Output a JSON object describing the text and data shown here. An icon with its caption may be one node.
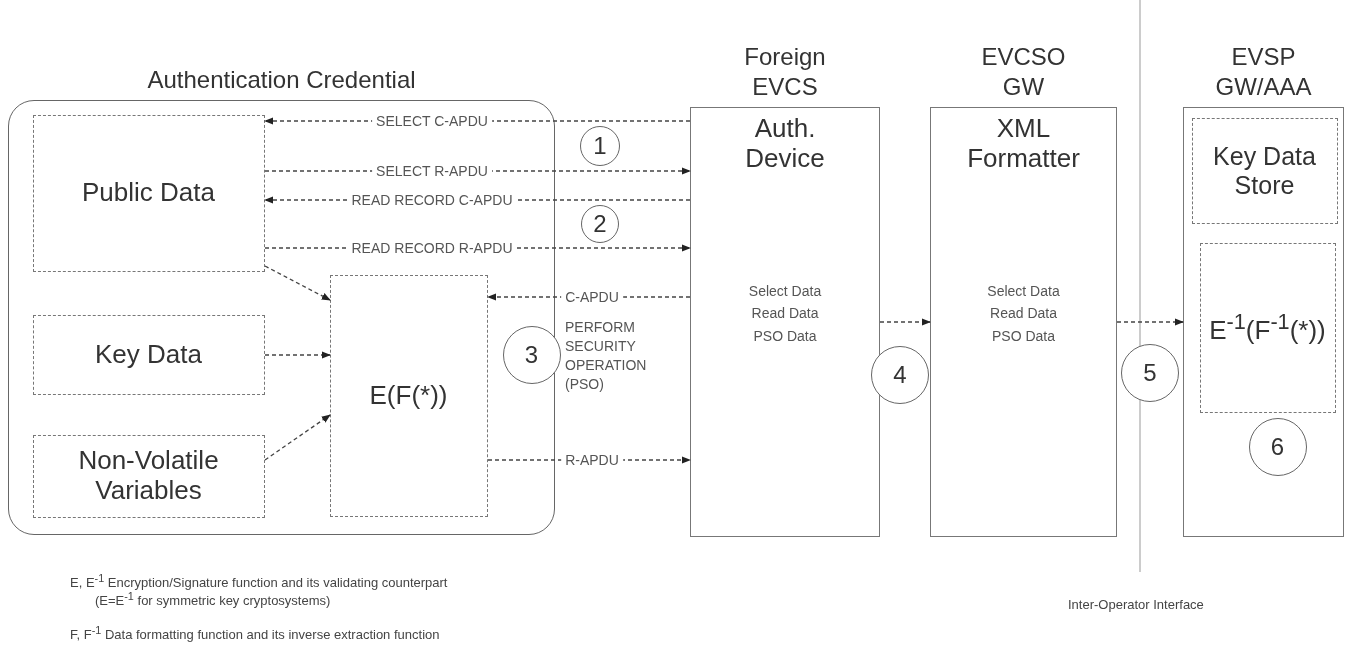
{
  "diagram": {
    "nodes": [
      {
        "text": [
          "Authentication Credential"
        ]
      },
      {
        "text": [
          "Public Data"
        ],
        "in": 0
      },
      {
        "text": [
          "Key Data"
        ],
        "in": 0
      },
      {
        "text": [
          "Non-Volatile Variables"
        ],
        "in": 0
      },
      {
        "text": [
          "E(F(*))"
        ],
        "in": 0
      },
      {
        "text": [
          "Foreign EVCS",
          "Auth. Device",
          "Select Data Read Data PSO Data"
        ]
      },
      {
        "text": [
          "EVCSO GW",
          "XML Formatter",
          "Select Data Read Data PSO Data"
        ]
      },
      {
        "text": [
          "EVSP GW/AAA"
        ]
      },
      {
        "text": [
          "Key Data Store"
        ],
        "in": 7
      },
      {
        "text": [
          "E$^{-1}$(F$^{-1}$(*))"
        ],
        "in": 7
      },
      {
        "text": [
          "1"
        ]
      },
      {
        "text": [
          "2"
        ]
      },
      {
        "text": [
          "3"
        ],
        "in": 0
      },
      {
        "text": [
          "4"
        ]
      },
      {
        "text": [
          "5"
        ]
      },
      {
        "text": [
          "6"
        ],
        "in": 7
      }
    ],
    "edges": [
      {
        "from": 5,
        "to": 1,
        "arrow": "to",
        "label": "SELECT C-APDU",
        "style": "dashed"
      },
      {
        "from": 1,
        "to": 5,
        "arrow": "to",
        "label": "SELECT R-APDU",
        "style": "dashed"
      },
      {
        "from": 5,
        "to": 1,
        "arrow": "to",
        "label": "READ RECORD C-APDU",
        "style": "dashed"
      },
      {
        "from": 1,
        "to": 5,
        "arrow": "to",
        "label": "READ RECORD R-APDU",
        "style": "dashed"
      },
      {
        "from": 5,
        "to": 4,
        "arrow": "to",
        "label": "C-APDU",
        "style": "dashed"
      },
      {
        "from": 4,
        "to": 5,
        "arrow": "to",
        "label": "R-APDU",
        "style": "dashed"
      },
      {
        "from": 1,
        "to": 4,
        "arrow": "to",
        "style": "dashed"
      },
      {
        "from": 2,
        "to": 4,
        "arrow": "to",
        "style": "dashed"
      },
      {
        "from": 3,
        "to": 4,
        "arrow": "to",
        "style": "dashed"
      },
      {
        "from": 5,
        "to": 6,
        "arrow": "to",
        "style": "dashed"
      },
      {
        "from": 6,
        "to": 7,
        "arrow": "to",
        "style": "dashed"
      }
    ],
    "labels": [
      "PERFORM SECURITY OPERATION (PSO)",
      "Inter-Operator Interface",
      "E, E$^{-1}$ Encryption/Signature function and its validating counterpart",
      "(E=E$^{-1}$ for symmetric key cryptosystems)",
      "F, F$^{-1}$ Data formatting function and its inverse extraction function"
    ]
  }
}
